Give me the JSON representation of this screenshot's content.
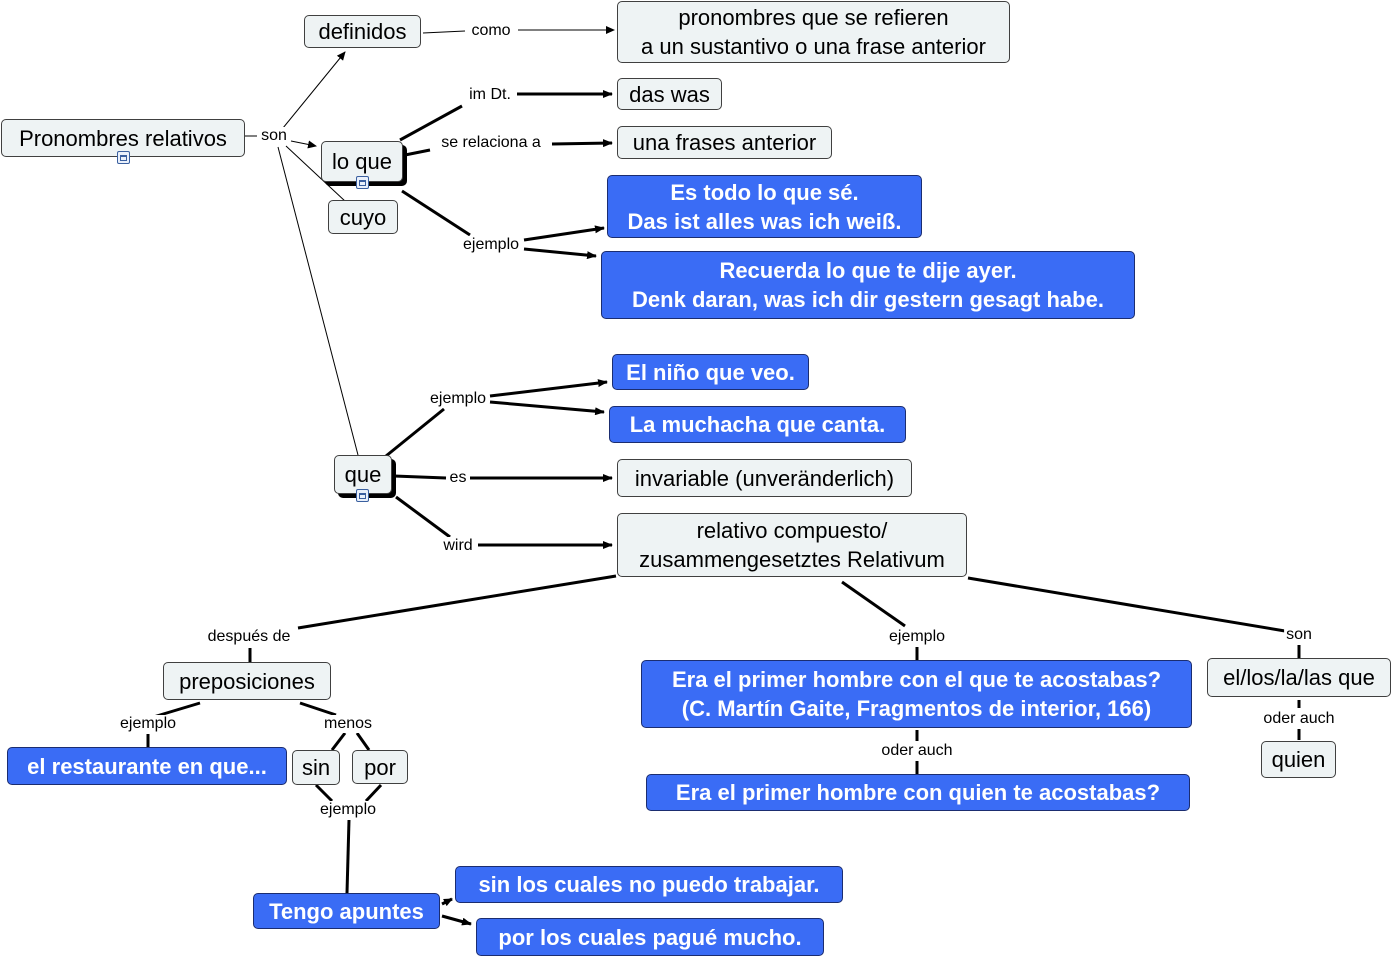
{
  "nodes": {
    "pronombres_relativos": "Pronombres relativos",
    "definidos": "definidos",
    "definidos_def": [
      "pronombres que se refieren",
      "a un sustantivo o una frase anterior"
    ],
    "lo_que": "lo que",
    "cuyo": "cuyo",
    "das_was": "das was",
    "una_frases": "una frases anterior",
    "ej_lo_que_1": [
      "Es todo lo que sé.",
      "Das ist alles was ich weiß."
    ],
    "ej_lo_que_2": [
      "Recuerda lo que te dije ayer.",
      "Denk daran, was ich dir gestern gesagt habe."
    ],
    "que": "que",
    "ej_que_1": "El niño que veo.",
    "ej_que_2": "La muchacha que canta.",
    "invariable": "invariable (unveränderlich)",
    "relativo_compuesto": [
      "relativo compuesto/",
      "zusammengesetztes Relativum"
    ],
    "preposiciones": "preposiciones",
    "restaurante": "el restaurante en que...",
    "sin": "sin",
    "por": "por",
    "tengo_apuntes": "Tengo apuntes",
    "sin_cuales": "sin los cuales no puedo trabajar.",
    "por_cuales": "por los cuales pagué mucho.",
    "ej_compuesto_1": [
      "Era el primer hombre con el que te acostabas?",
      "(C. Martín Gaite, Fragmentos de interior, 166)"
    ],
    "ej_compuesto_2": "Era el primer hombre con quien te acostabas?",
    "el_los": "el/los/la/las que",
    "quien": "quien"
  },
  "links": {
    "son": "son",
    "como": "como",
    "im_dt": "im Dt.",
    "se_relaciona": "se relaciona a",
    "ejemplo_lo_que": "ejemplo",
    "ejemplo_que": "ejemplo",
    "es": "es",
    "wird": "wird",
    "despues_de": "después de",
    "ejemplo_prep": "ejemplo",
    "menos": "menos",
    "ejemplo_sin_por": "ejemplo",
    "ejemplo_compuesto": "ejemplo",
    "oder_auch_1": "oder auch",
    "son_2": "son",
    "oder_auch_2": "oder auch"
  },
  "icons": [
    "concept-map-icon",
    "concept-map-icon",
    "concept-map-icon"
  ],
  "colors": {
    "light_node": "#eef3f4",
    "blue_node": "#3a6cf5",
    "line": "#000000"
  }
}
